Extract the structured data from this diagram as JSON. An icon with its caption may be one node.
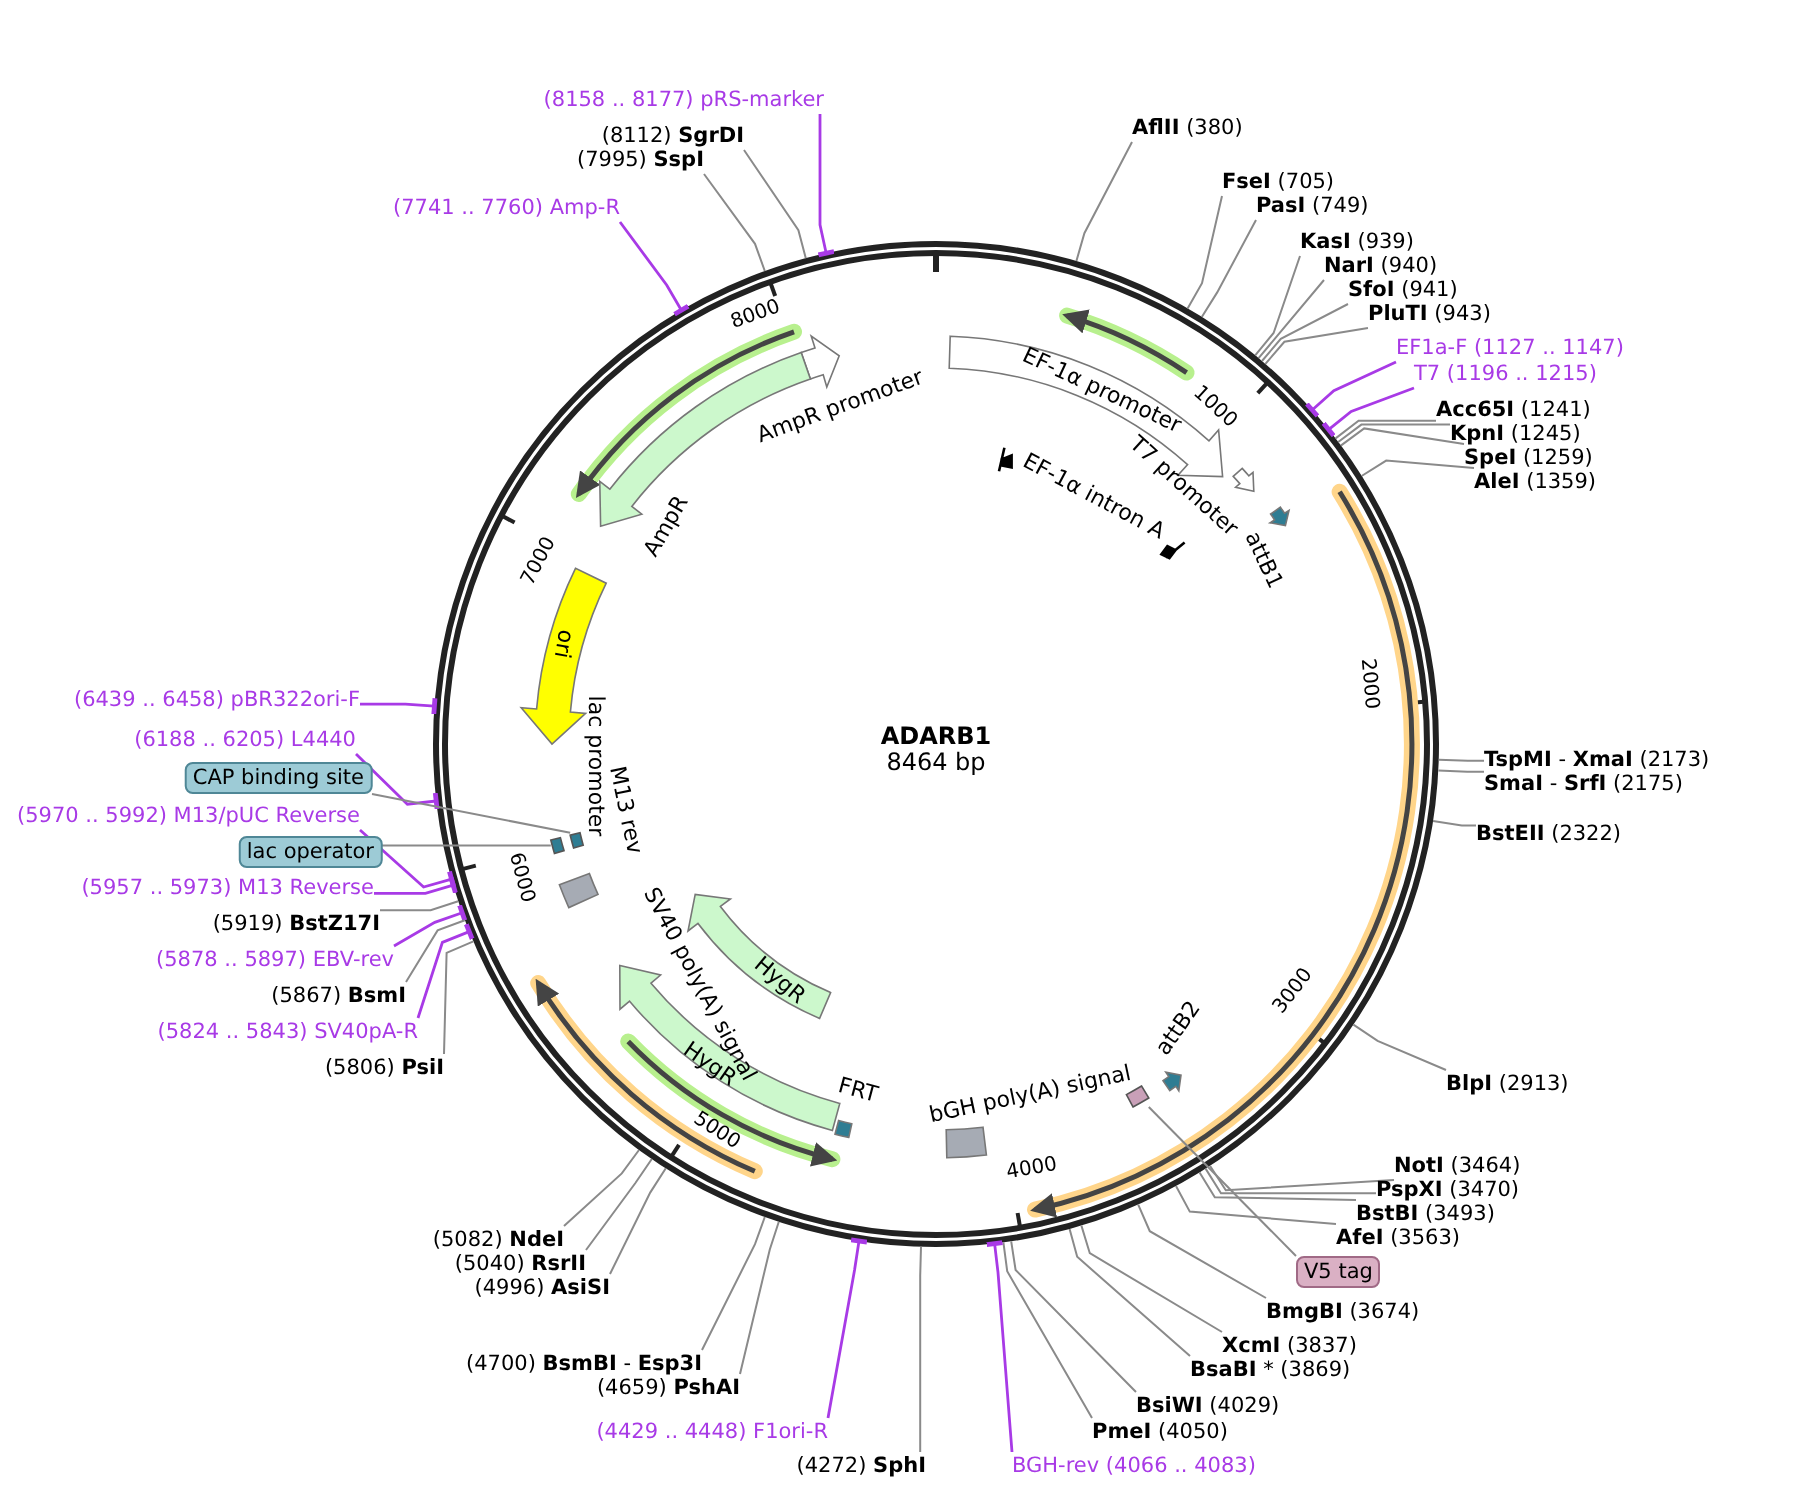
{
  "diagram": {
    "title": "ADARB1",
    "nodes": [
      {
        "text": [
          "(8158 .. 8177) pRS-marker"
        ]
      },
      {
        "text": [
          "(8112) **SgrDI**"
        ]
      },
      {
        "text": [
          "(7995) **SspI**"
        ]
      },
      {
        "text": [
          "**AflII** (380)"
        ]
      },
      {
        "text": [
          "(7741 .. 7760) Amp-R"
        ]
      },
      {
        "text": [
          "**FseI** (705)"
        ]
      },
      {
        "text": [
          "**PasI** (749)"
        ]
      },
      {
        "text": [
          "**KasI** (939)"
        ]
      },
      {
        "text": [
          "**NarI** (940)"
        ]
      },
      {
        "text": [
          "**SfoI** (941)"
        ]
      },
      {
        "text": [
          "**PluTI** (943)"
        ]
      },
      {
        "text": [
          "EF1a-F (1127 .. 1147)"
        ]
      },
      {
        "text": [
          "T7 (1196 .. 1215)"
        ]
      },
      {
        "text": [
          "**Acc65I** (1241)"
        ]
      },
      {
        "text": [
          "**KpnI** (1245)"
        ]
      },
      {
        "text": [
          "**SpeI** (1259)"
        ]
      },
      {
        "text": [
          "**AleI** (1359)"
        ]
      },
      {
        "text": [
          "**TspMI** - **XmaI** (2173)"
        ]
      },
      {
        "text": [
          "**SmaI** - **SrfI** (2175)"
        ]
      },
      {
        "text": [
          "**BstEII** (2322)"
        ]
      },
      {
        "text": [
          "(6439 .. 6458) pBR322ori-F"
        ]
      },
      {
        "text": [
          "(6188 .. 6205) L4440"
        ]
      },
      {
        "text": [
          "CAP binding site"
        ]
      },
      {
        "text": [
          "(5970 .. 5992) M13/pUC Reverse"
        ]
      },
      {
        "text": [
          "lac operator"
        ]
      },
      {
        "text": [
          "(5957 .. 5973) M13 Reverse"
        ]
      },
      {
        "text": [
          "(5919) **BstZ17I**"
        ]
      },
      {
        "text": [
          "(5878 .. 5897) EBV-rev"
        ]
      },
      {
        "text": [
          "(5867) **BsmI**"
        ]
      },
      {
        "text": [
          "(5824 .. 5843) SV40pA-R"
        ]
      },
      {
        "text": [
          "(5806) **PsiI**"
        ]
      },
      {
        "text": [
          "**BlpI** (2913)"
        ]
      },
      {
        "text": [
          "**NotI** (3464)"
        ]
      },
      {
        "text": [
          "**PspXI** (3470)"
        ]
      },
      {
        "text": [
          "**BstBI** (3493)"
        ]
      },
      {
        "text": [
          "**AfeI** (3563)"
        ]
      },
      {
        "text": [
          "V5 tag"
        ]
      },
      {
        "text": [
          "**BmgBI** (3674)"
        ]
      },
      {
        "text": [
          "**XcmI** (3837)"
        ]
      },
      {
        "text": [
          "**BsaBI** * (3869)"
        ]
      },
      {
        "text": [
          "**BsiWI** (4029)"
        ]
      },
      {
        "text": [
          "**PmeI** (4050)"
        ]
      },
      {
        "text": [
          "(5082) **NdeI**"
        ]
      },
      {
        "text": [
          "(5040) **RsrII**"
        ]
      },
      {
        "text": [
          "(4996) **AsiSI**"
        ]
      },
      {
        "text": [
          "(4700) **BsmBI** - **Esp3I**"
        ]
      },
      {
        "text": [
          "(4659) **PshAI**"
        ]
      },
      {
        "text": [
          "(4429 .. 4448) F1ori-R"
        ]
      },
      {
        "text": [
          "(4272) **SphI**"
        ]
      },
      {
        "text": [
          "BGH-rev (4066 .. 4083)"
        ]
      },
      {
        "text": [],
        "shape": "box"
      },
      {
        "text": [],
        "shape": "box"
      },
      {
        "text": [],
        "shape": "box"
      }
    ],
    "edges": [
      {
        "from": 0,
        "to": null,
        "arrow": "other",
        "color": "#a83ae6"
      },
      {
        "from": 1,
        "to": null,
        "arrow": "none"
      },
      {
        "from": 2,
        "to": null,
        "arrow": "none"
      },
      {
        "from": 3,
        "to": null,
        "arrow": "none"
      },
      {
        "from": 4,
        "to": null,
        "arrow": "other",
        "color": "#a83ae6"
      },
      {
        "from": 5,
        "to": null,
        "arrow": "none"
      },
      {
        "from": 6,
        "to": null,
        "arrow": "none"
      },
      {
        "from": 7,
        "to": null,
        "arrow": "none"
      },
      {
        "from": 8,
        "to": null,
        "arrow": "none"
      },
      {
        "from": 9,
        "to": null,
        "arrow": "none"
      },
      {
        "from": 10,
        "to": null,
        "arrow": "none"
      },
      {
        "from": 11,
        "to": null,
        "arrow": "other",
        "color": "#a83ae6"
      },
      {
        "from": 12,
        "to": null,
        "arrow": "other",
        "color": "#a83ae6"
      },
      {
        "from": 13,
        "to": null,
        "arrow": "none"
      },
      {
        "from": 14,
        "to": null,
        "arrow": "none"
      },
      {
        "from": 15,
        "to": null,
        "arrow": "none"
      },
      {
        "from": 16,
        "to": null,
        "arrow": "none"
      },
      {
        "from": 17,
        "to": null,
        "arrow": "none"
      },
      {
        "from": 18,
        "to": null,
        "arrow": "none"
      },
      {
        "from": 19,
        "to": null,
        "arrow": "none"
      },
      {
        "from": 20,
        "to": null,
        "arrow": "other",
        "color": "#a83ae6"
      },
      {
        "from": 21,
        "to": null,
        "arrow": "other",
        "color": "#a83ae6"
      },
      {
        "from": 22,
        "to": 50,
        "arrow": "none"
      },
      {
        "from": 23,
        "to": null,
        "arrow": "other",
        "color": "#a83ae6"
      },
      {
        "from": 24,
        "to": 51,
        "arrow": "none"
      },
      {
        "from": 25,
        "to": null,
        "arrow": "other",
        "color": "#a83ae6"
      },
      {
        "from": 26,
        "to": null,
        "arrow": "none"
      },
      {
        "from": 27,
        "to": null,
        "arrow": "other",
        "color": "#a83ae6"
      },
      {
        "from": 28,
        "to": null,
        "arrow": "none"
      },
      {
        "from": 29,
        "to": null,
        "arrow": "other",
        "color": "#a83ae6"
      },
      {
        "from": 30,
        "to": null,
        "arrow": "none"
      },
      {
        "from": 31,
        "to": null,
        "arrow": "none"
      },
      {
        "from": 32,
        "to": null,
        "arrow": "none"
      },
      {
        "from": 33,
        "to": null,
        "arrow": "none"
      },
      {
        "from": 34,
        "to": null,
        "arrow": "none"
      },
      {
        "from": 35,
        "to": null,
        "arrow": "none"
      },
      {
        "from": 36,
        "to": 52,
        "arrow": "none"
      },
      {
        "from": 37,
        "to": null,
        "arrow": "none"
      },
      {
        "from": 38,
        "to": null,
        "arrow": "none"
      },
      {
        "from": 39,
        "to": null,
        "arrow": "none"
      },
      {
        "from": 40,
        "to": null,
        "arrow": "none"
      },
      {
        "from": 41,
        "to": null,
        "arrow": "none"
      },
      {
        "from": 42,
        "to": null,
        "arrow": "none"
      },
      {
        "from": 43,
        "to": null,
        "arrow": "none"
      },
      {
        "from": 44,
        "to": null,
        "arrow": "none"
      },
      {
        "from": 45,
        "to": null,
        "arrow": "none"
      },
      {
        "from": 46,
        "to": null,
        "arrow": "none"
      },
      {
        "from": 47,
        "to": null,
        "arrow": "other",
        "color": "#a83ae6"
      },
      {
        "from": 48,
        "to": null,
        "arrow": "none"
      },
      {
        "from": 49,
        "to": null,
        "arrow": "other",
        "color": "#a83ae6"
      }
    ],
    "labels": [
      "8000",
      "AmpR promoter",
      "EF-1α promoter",
      "1000",
      "T7 promoter",
      "AmpR",
      "EF-1α intron A",
      "7000",
      "attB1",
      "ori",
      "2000",
      "8464 bp",
      "lac promoter",
      "M13 rev",
      "6000",
      "SV40 poly(A) signal",
      "HygR",
      "3000",
      "attB2",
      "HygR",
      "FRT",
      "bGH poly(A) signal",
      "5000",
      "4000"
    ]
  }
}
